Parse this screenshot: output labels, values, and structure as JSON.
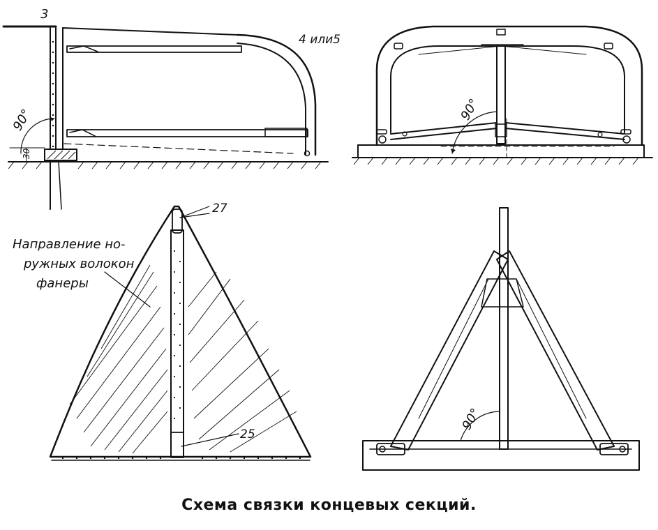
{
  "caption": "Схема связки концевых секций.",
  "labels": {
    "part3": "3",
    "part4or5": "4 или5",
    "angle_tl": "90°",
    "dim_30": "30",
    "angle_tr": "90°",
    "part27": "27",
    "fiber_line1": "Направление но-",
    "fiber_line2": "ружных волокон",
    "fiber_line3": "фанеры",
    "part25": "25",
    "angle_br": "90°"
  }
}
